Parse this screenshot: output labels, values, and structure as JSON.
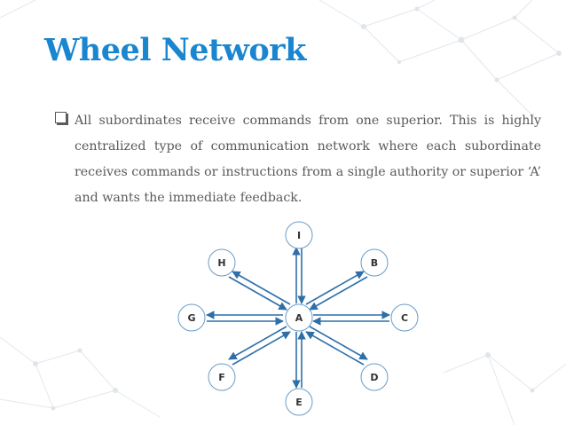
{
  "title": "Wheel Network",
  "bullet": {
    "text": "All subordinates receive commands from one superior. This is highly centralized type of communication network where each subordinate receives commands or instructions from a single authority or superior ‘A’ and wants the immediate feedback."
  },
  "diagram": {
    "center": "A",
    "nodes": [
      "I",
      "B",
      "C",
      "D",
      "E",
      "F",
      "G",
      "H"
    ]
  },
  "colors": {
    "title": "#1a86d0",
    "text": "#5a5a5a",
    "arrows": "#2f6fa8",
    "node_border": "#6a9cc8"
  }
}
